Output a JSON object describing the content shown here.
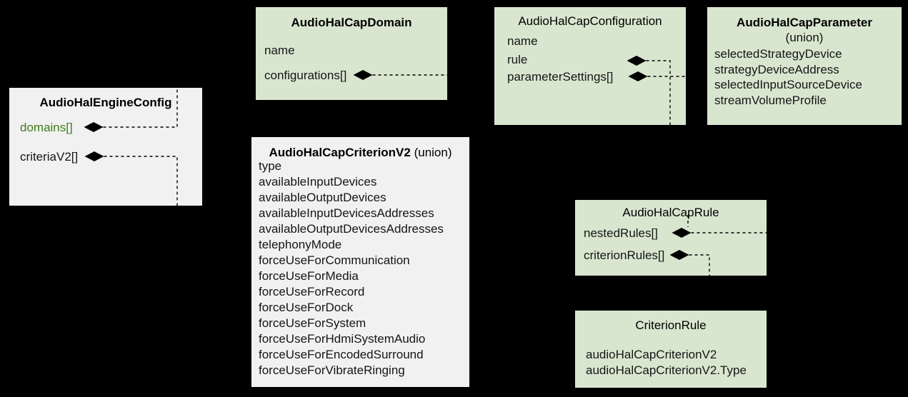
{
  "diagram": {
    "background": "#000000",
    "colors": {
      "box_green_fill": "#d8e6d0",
      "box_gray_fill": "#f1f1f1",
      "text": "#151515",
      "accent_green_field": "#3e7d1f",
      "connector": "#000000"
    },
    "boxes": {
      "engine_config": {
        "title": "AudioHalEngineConfig",
        "fields": [
          "domains[]",
          "criteriaV2[]"
        ]
      },
      "cap_domain": {
        "title": "AudioHalCapDomain",
        "fields": [
          "name",
          "configurations[]"
        ]
      },
      "cap_configuration": {
        "title": "AudioHalCapConfiguration",
        "fields": [
          "name",
          "rule",
          "parameterSettings[]"
        ]
      },
      "cap_parameter": {
        "title": "AudioHalCapParameter",
        "subtitle": "(union)",
        "fields": [
          "selectedStrategyDevice",
          "strategyDeviceAddress",
          "selectedInputSourceDevice",
          "streamVolumeProfile"
        ]
      },
      "criterion_v2": {
        "title": "AudioHalCapCriterionV2",
        "title_suffix": " (union)",
        "fields": [
          "type",
          "availableInputDevices",
          "availableOutputDevices",
          "availableInputDevicesAddresses",
          "availableOutputDevicesAddresses",
          "telephonyMode",
          "forceUseForCommunication",
          "forceUseForMedia",
          "forceUseForRecord",
          "forceUseForDock",
          "forceUseForSystem",
          "forceUseForHdmiSystemAudio",
          "forceUseForEncodedSurround",
          "forceUseForVibrateRinging"
        ]
      },
      "cap_rule": {
        "title": "AudioHalCapRule",
        "fields": [
          "nestedRules[]",
          "criterionRules[]"
        ]
      },
      "criterion_rule": {
        "title": "CriterionRule",
        "fields": [
          "audioHalCapCriterionV2",
          "audioHalCapCriterionV2.Type"
        ]
      }
    },
    "relations": [
      {
        "from": "AudioHalEngineConfig.domains[]",
        "to": "AudioHalCapDomain",
        "type": "composition",
        "style": "dashed"
      },
      {
        "from": "AudioHalEngineConfig.criteriaV2[]",
        "to": "AudioHalCapCriterionV2",
        "type": "composition",
        "style": "dashed"
      },
      {
        "from": "AudioHalCapDomain.configurations[]",
        "to": "AudioHalCapConfiguration",
        "type": "composition",
        "style": "dashed"
      },
      {
        "from": "AudioHalCapConfiguration.rule",
        "to": "AudioHalCapRule",
        "type": "composition",
        "style": "dashed"
      },
      {
        "from": "AudioHalCapConfiguration.parameterSettings[]",
        "to": "AudioHalCapParameter",
        "type": "composition",
        "style": "dashed"
      },
      {
        "from": "AudioHalCapRule.nestedRules[]",
        "to": "AudioHalCapRule",
        "type": "composition",
        "style": "dashed"
      },
      {
        "from": "AudioHalCapRule.criterionRules[]",
        "to": "CriterionRule",
        "type": "composition",
        "style": "dashed"
      }
    ]
  }
}
